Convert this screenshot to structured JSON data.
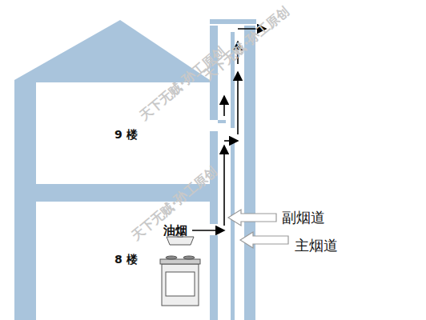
{
  "diagram": {
    "labels": [
      "9 楼",
      "8 楼",
      "油烟",
      "副烟道",
      "主烟道",
      "天下无贼·孙工原创",
      "天下无贼·孙工原创",
      "天下无贼·孙工原创"
    ]
  }
}
